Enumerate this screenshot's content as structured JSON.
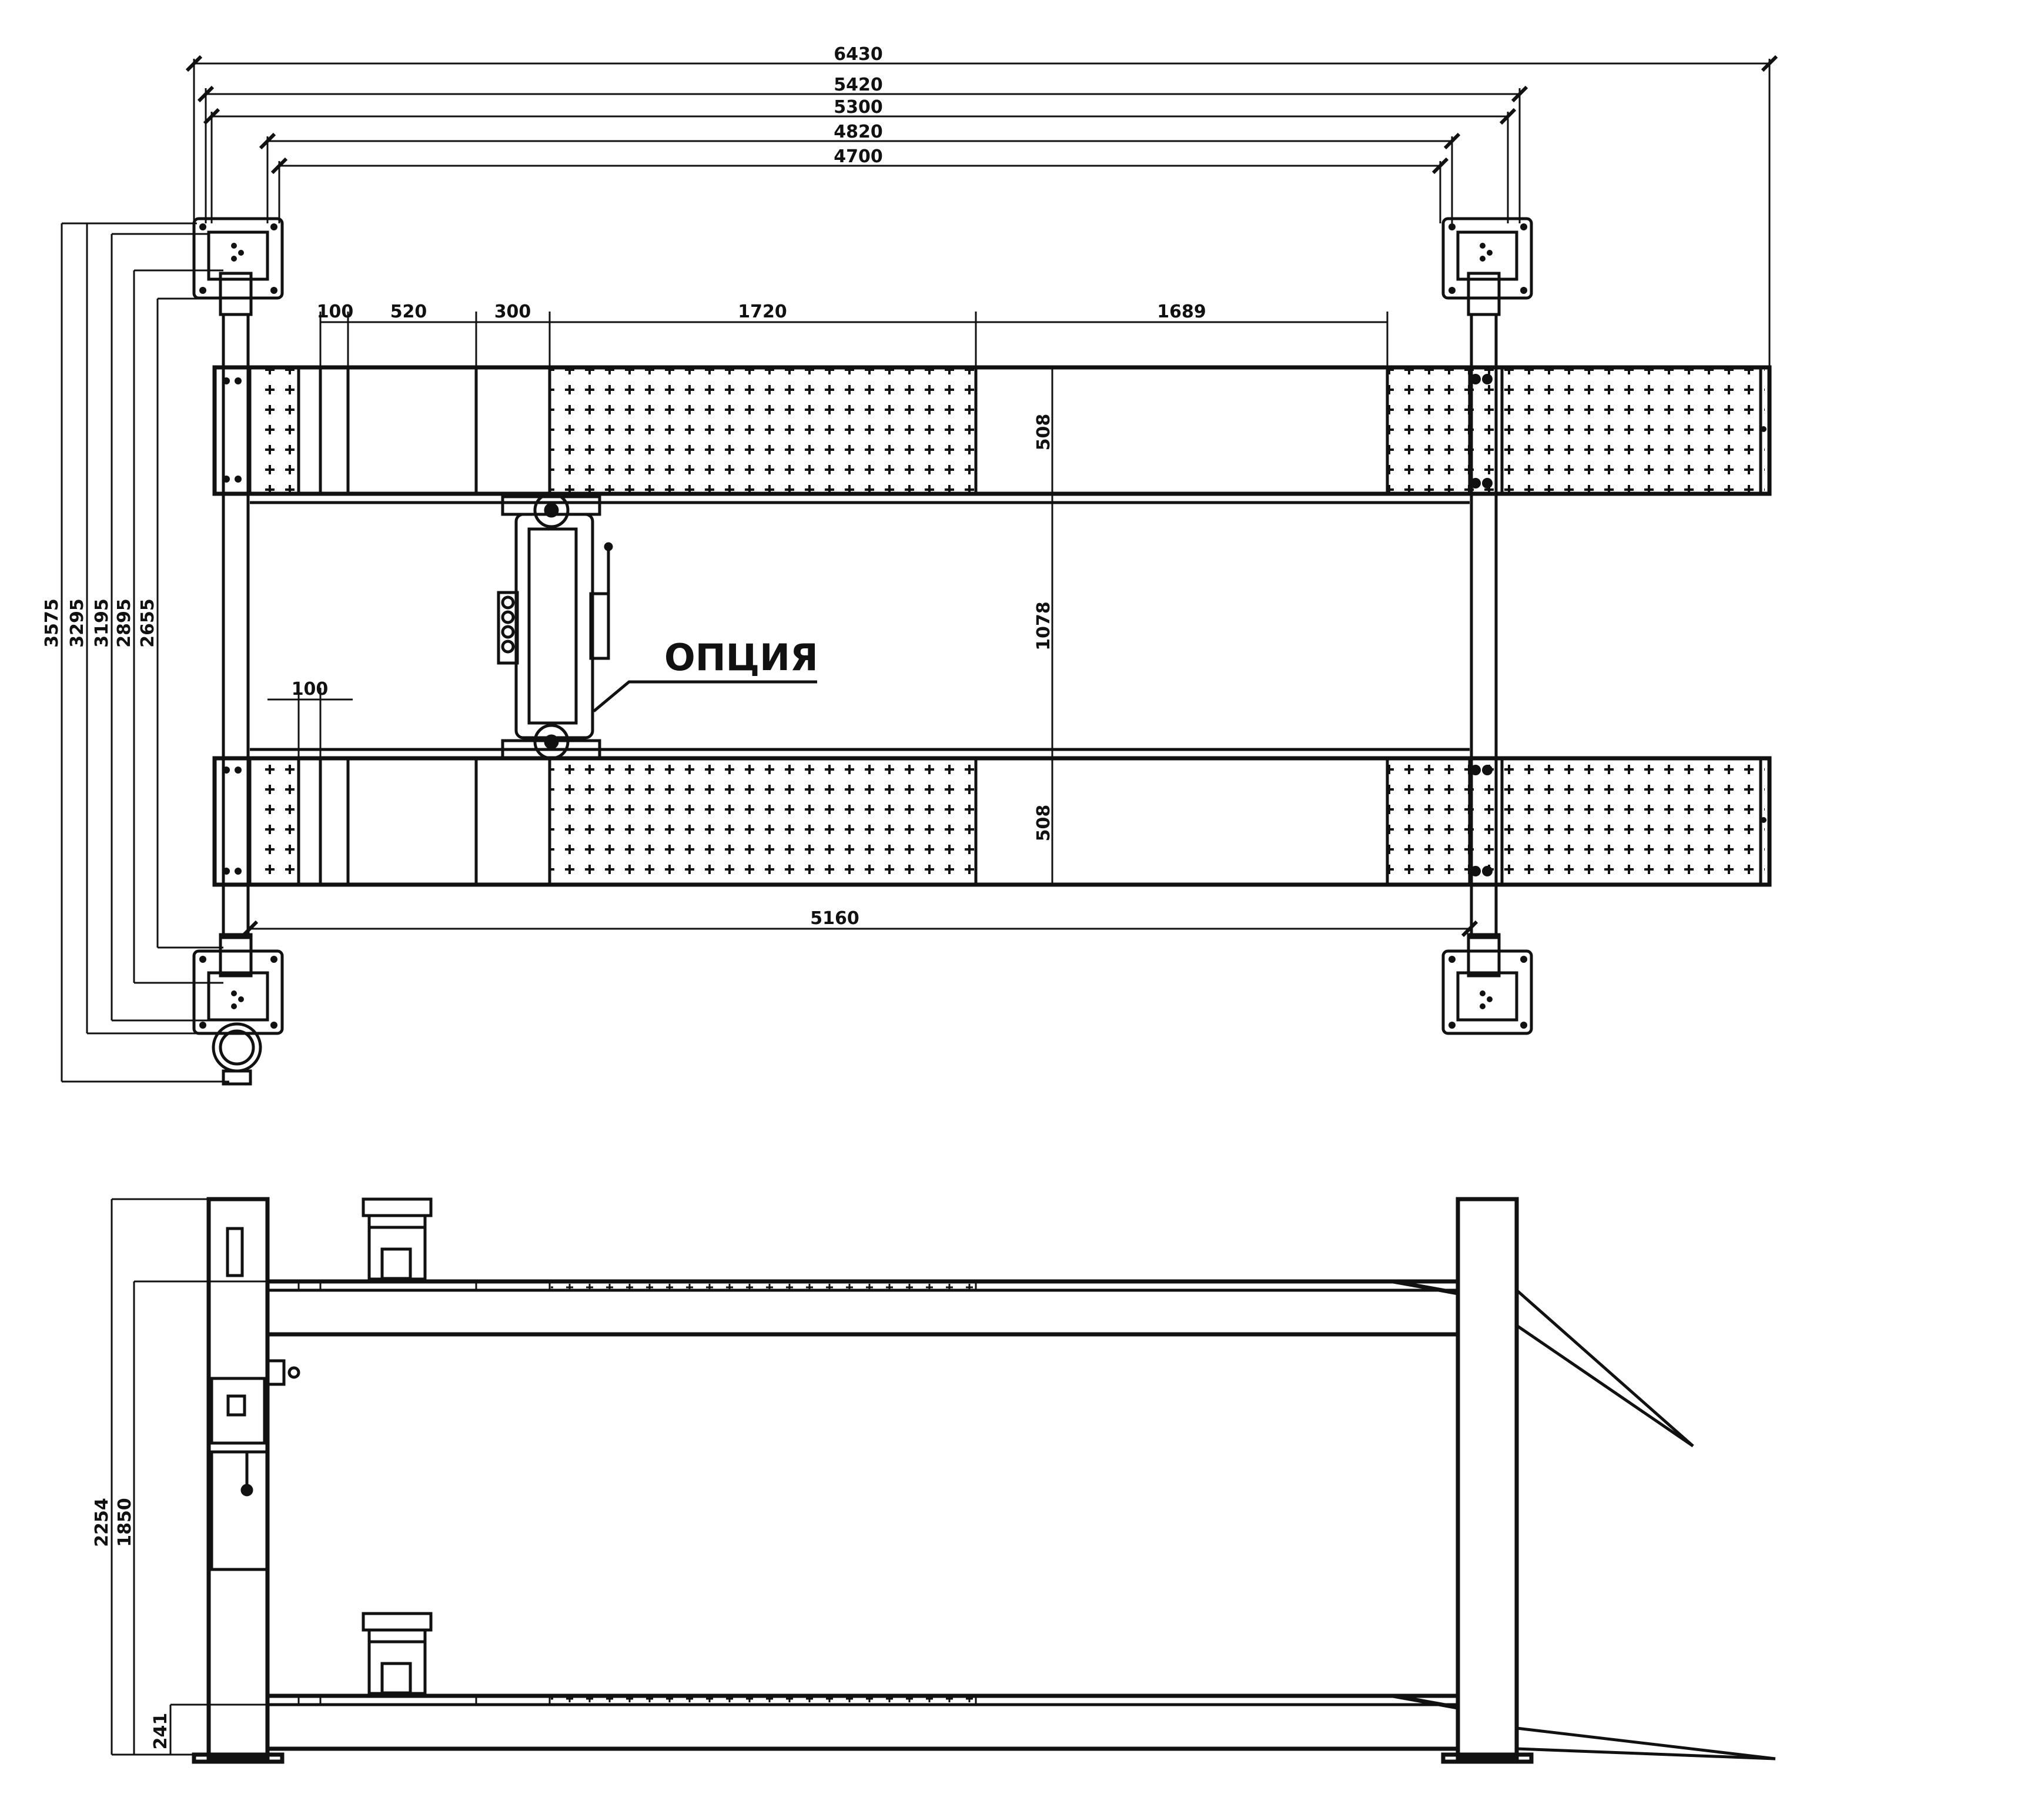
{
  "labels": {
    "option": "ОПЦИЯ"
  },
  "dimensions": {
    "top_width": [
      "6430",
      "5420",
      "5300",
      "4820",
      "4700"
    ],
    "top_segments": [
      "100",
      "520",
      "300",
      "1720",
      "1689"
    ],
    "left_heights": [
      "3575",
      "3295",
      "3195",
      "2895",
      "2655"
    ],
    "runway_width": "508",
    "runway_width_2": "508",
    "gap_width": "1078",
    "inner_offset": "100",
    "bottom_length": "5160",
    "side_heights": [
      "2254",
      "1850",
      "241"
    ]
  },
  "colors": {
    "line": "#111111",
    "background": "#ffffff"
  }
}
